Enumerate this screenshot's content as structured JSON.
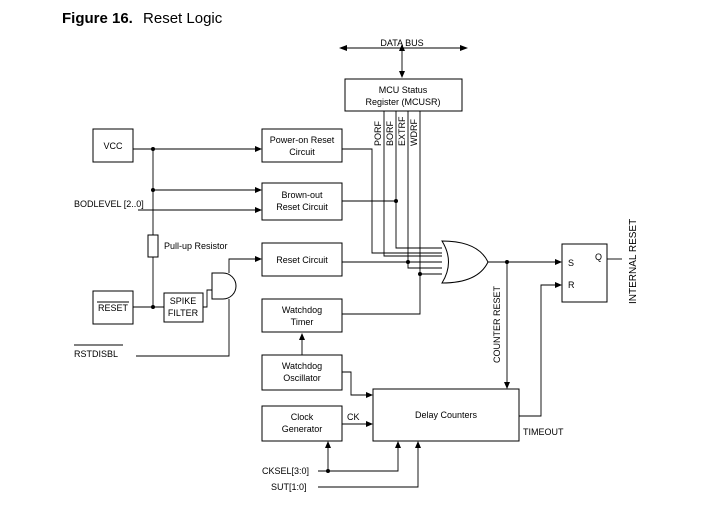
{
  "figure": {
    "number": "Figure 16.",
    "title": "Reset Logic"
  },
  "labels": {
    "data_bus": "DATA BUS",
    "mcusr_line1": "MCU Status",
    "mcusr_line2": "Register (MCUSR)",
    "porf": "PORF",
    "borf": "BORF",
    "extrf": "EXTRF",
    "wdrf": "WDRF",
    "vcc": "VCC",
    "bodlevel": "BODLEVEL [2..0]",
    "pullup": "Pull-up Resistor",
    "reset_pin": "RESET",
    "spike_line1": "SPIKE",
    "spike_line2": "FILTER",
    "rstdisbl": "RSTDISBL",
    "por_line1": "Power-on Reset",
    "por_line2": "Circuit",
    "bod_line1": "Brown-out",
    "bod_line2": "Reset Circuit",
    "reset_circuit": "Reset Circuit",
    "wdt_line1": "Watchdog",
    "wdt_line2": "Timer",
    "wdo_line1": "Watchdog",
    "wdo_line2": "Oscillator",
    "clk_line1": "Clock",
    "clk_line2": "Generator",
    "ck": "CK",
    "delay_counters": "Delay Counters",
    "timeout": "TIMEOUT",
    "counter_reset": "COUNTER RESET",
    "s": "S",
    "r": "R",
    "q": "Q",
    "internal_reset": "INTERNAL RESET",
    "cksel": "CKSEL[3:0]",
    "sut": "SUT[1:0]"
  }
}
